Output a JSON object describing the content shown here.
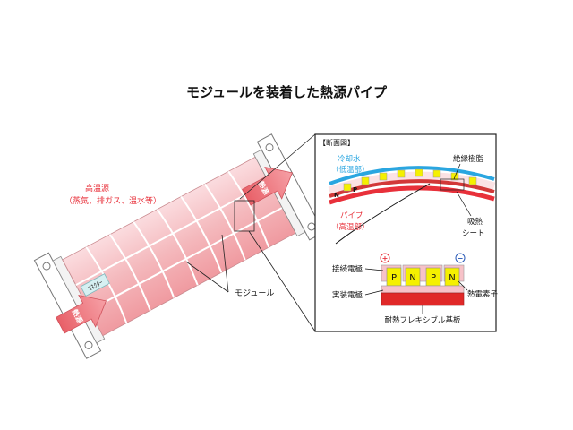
{
  "title": "モジュールを装着した熱源パイプ",
  "pipe": {
    "heat_source_label_line1": "高温源",
    "heat_source_label_line2": "（蒸気、排ガス、温水等）",
    "inlet_arrow_label": "熱源",
    "outlet_arrow_label": "熱源",
    "adapter_label": "ｺﾈｸﾀｰ",
    "module_label": "モジュール"
  },
  "cross_section": {
    "header": "【断面図】",
    "cooling_water_line1": "冷却水",
    "cooling_water_line2": "（低温部）",
    "pipe_line1": "パイプ",
    "pipe_line2": "（高温部）",
    "insulating_resin": "絶縁樹脂",
    "heat_absorbing_sheet_line1": "吸熱",
    "heat_absorbing_sheet_line2": "シート",
    "connection_electrode": "接続電極",
    "mounting_electrode": "実装電極",
    "thermoelectric_element": "熱電素子",
    "flexible_substrate": "耐熱フレキシブル基板",
    "plus_sign": "+",
    "minus_sign": "−",
    "elements": [
      "P",
      "N",
      "P",
      "N"
    ],
    "arc_elements": [
      "N",
      "P"
    ]
  },
  "colors": {
    "pipe_pink": "#f4b8bc",
    "hot_red": "#e8303a",
    "cool_blue": "#2aa6e0",
    "element_yellow": "#f5f000",
    "electrode_pink": "#f7c2c8",
    "substrate_red": "#e02828"
  }
}
